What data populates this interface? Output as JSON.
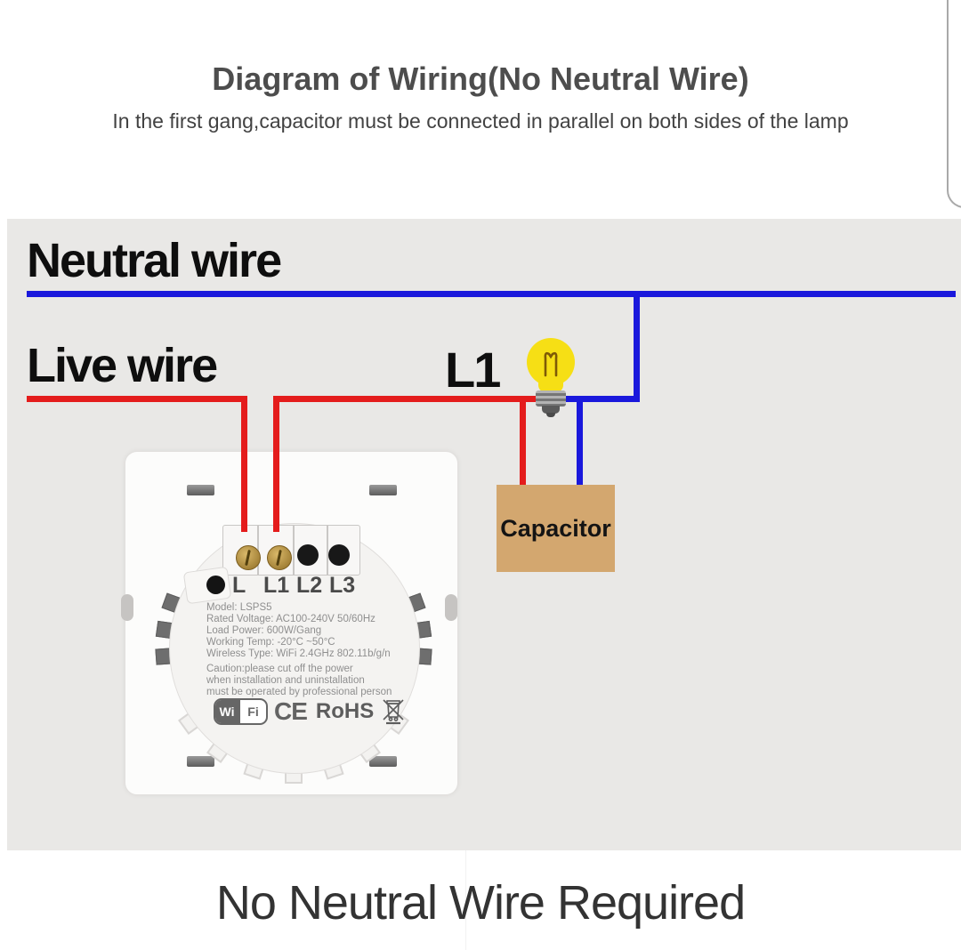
{
  "header": {
    "title": "Diagram of Wiring(No Neutral Wire)",
    "subtitle": "In the first gang,capacitor must be connected in parallel on both sides of the lamp"
  },
  "diagram": {
    "neutral_label": "Neutral wire",
    "live_label": "Live wire",
    "lamp_label": "L1",
    "capacitor_label": "Capacitor",
    "colors": {
      "neutral_wire": "#1a18dc",
      "live_wire": "#e41c1c",
      "bulb": "#f6df15",
      "capacitor": "#d3a76f",
      "background": "#e9e8e6"
    }
  },
  "switch": {
    "terminals": [
      "L",
      "L1",
      "L2",
      "L3"
    ],
    "specs": [
      "Model: LSPS5",
      "Rated Voltage: AC100-240V 50/60Hz",
      "Load Power: 600W/Gang",
      "Working Temp: -20°C ~50°C",
      "Wireless Type: WiFi 2.4GHz 802.11b/g/n"
    ],
    "caution": [
      "Caution:please cut off the power",
      "when installation and uninstallation",
      "must be operated by professional person"
    ],
    "logos": {
      "wifi_left": "Wi",
      "wifi_right": "Fi",
      "ce": "CE",
      "rohs": "RoHS"
    }
  },
  "footer": {
    "text": "No Neutral Wire Required"
  }
}
